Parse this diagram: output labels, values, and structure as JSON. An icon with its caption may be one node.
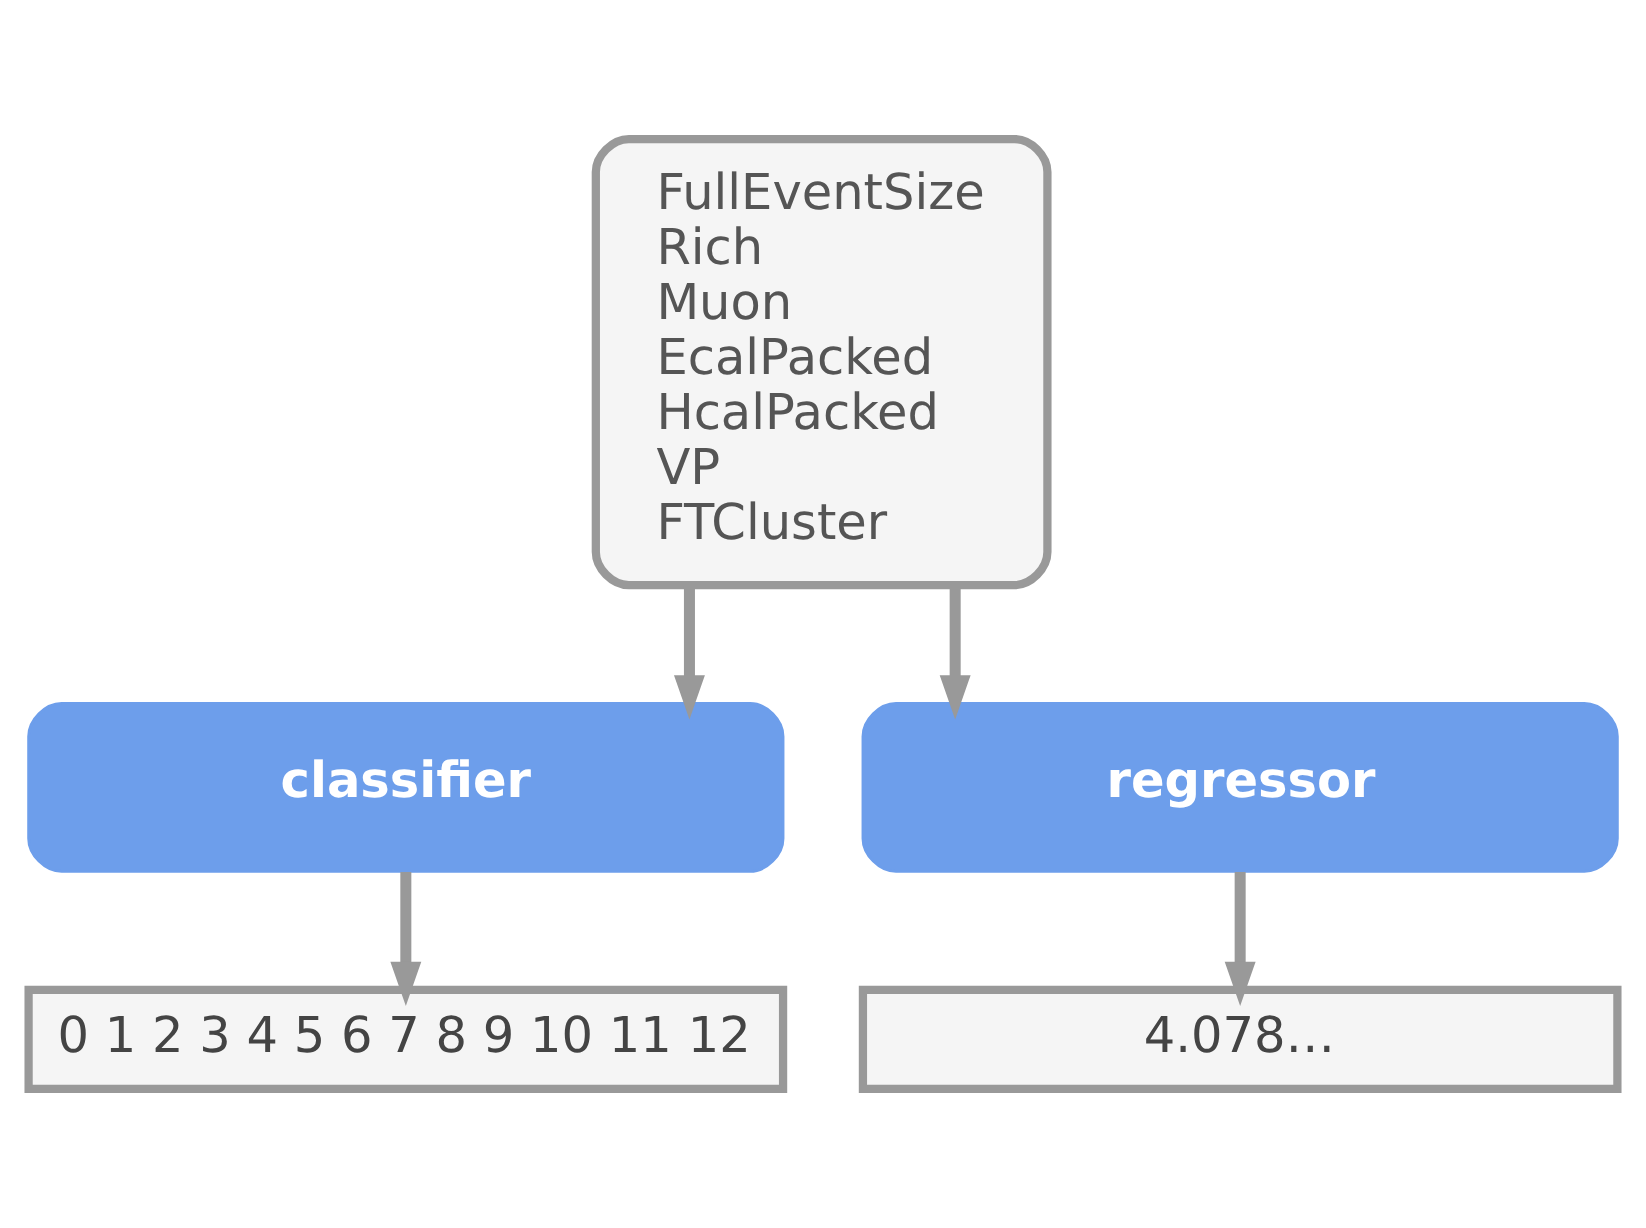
{
  "diagram": {
    "nodes": [
      {
        "text": [
          "FullEventSize",
          "Rich",
          "Muon",
          "EcalPacked",
          "HcalPacked",
          "VP",
          "FTCluster"
        ]
      },
      {
        "text": [
          "classifier"
        ]
      },
      {
        "text": [
          "regressor"
        ]
      },
      {
        "text": [
          "0 1 2 3 4 5 6 7 8 9 10 11 12"
        ]
      },
      {
        "text": [
          "4.078…"
        ]
      }
    ],
    "edges": [
      {
        "from": 0,
        "to": 1,
        "arrow": "to"
      },
      {
        "from": 0,
        "to": 2,
        "arrow": "to"
      },
      {
        "from": 1,
        "to": 3,
        "arrow": "to"
      },
      {
        "from": 2,
        "to": 4,
        "arrow": "to"
      }
    ]
  }
}
